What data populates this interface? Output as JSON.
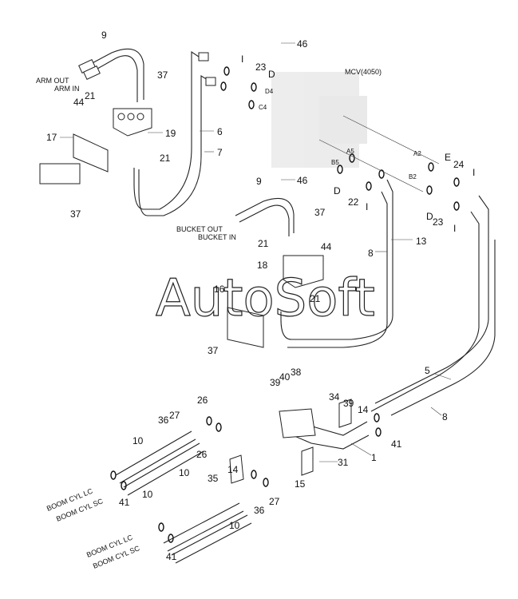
{
  "watermark": "AutoSoft",
  "valve_label": "MCV(4050)",
  "ports": {
    "arm_out": "ARM OUT",
    "arm_in": "ARM IN",
    "bucket_out": "BUCKET OUT",
    "bucket_in": "BUCKET IN",
    "boom_lc": "BOOM CYL LC",
    "boom_sc": "BOOM CYL SC"
  },
  "port_codes": {
    "d4": "D4",
    "c4": "C4",
    "a5": "A5",
    "b5": "B5",
    "a2": "A2",
    "b2": "B2"
  },
  "letters": {
    "i": "I",
    "d": "D",
    "e": "E"
  },
  "callouts": {
    "p1": "1",
    "p5": "5",
    "p6": "6",
    "p7": "7",
    "p8": "8",
    "p9": "9",
    "p10": "10",
    "p13": "13",
    "p14": "14",
    "p15": "15",
    "p16": "16",
    "p17": "17",
    "p18": "18",
    "p19": "19",
    "p21": "21",
    "p22": "22",
    "p23": "23",
    "p24": "24",
    "p26": "26",
    "p27": "27",
    "p31": "31",
    "p34": "34",
    "p35": "35",
    "p36": "36",
    "p37": "37",
    "p38": "38",
    "p39": "39",
    "p40": "40",
    "p41": "41",
    "p44": "44",
    "p46": "46"
  }
}
